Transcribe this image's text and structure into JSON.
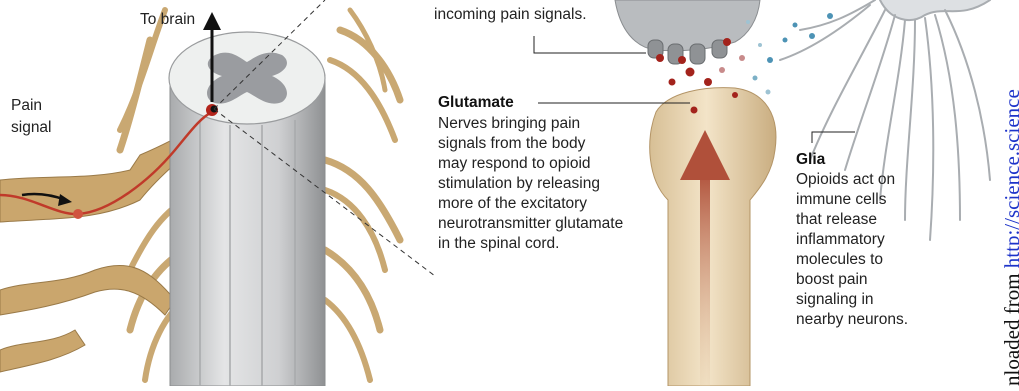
{
  "colors": {
    "nerve": "#c9a872",
    "nerve_dark": "#9a7a48",
    "pain_signal": "#c03a2a",
    "spinal_cord": "#d9dadb",
    "grey_matter": "#9a9ca0",
    "terminal": "#ead7b4",
    "arrow": "#b5543a",
    "link": "#1d33c9"
  },
  "labels": {
    "to_brain": "To brain",
    "pain_signal_lines": [
      "Pain",
      "signal"
    ],
    "incoming_signals": "incoming pain signals.",
    "glutamate_title": "Glutamate",
    "glutamate_lines": [
      "Nerves bringing pain",
      "signals from the body",
      "may respond to opioid",
      "stimulation by releasing",
      "more of the excitatory",
      "neurotransmitter glutamate",
      "in the spinal cord."
    ],
    "glia_title": "Glia",
    "glia_lines": [
      "Opioids act on",
      "immune cells",
      "that release",
      "inflammatory",
      "molecules to",
      "boost pain",
      "signaling in",
      "nearby neurons."
    ]
  },
  "side_text": {
    "prefix": "nloaded from ",
    "link": "http://science.science"
  }
}
